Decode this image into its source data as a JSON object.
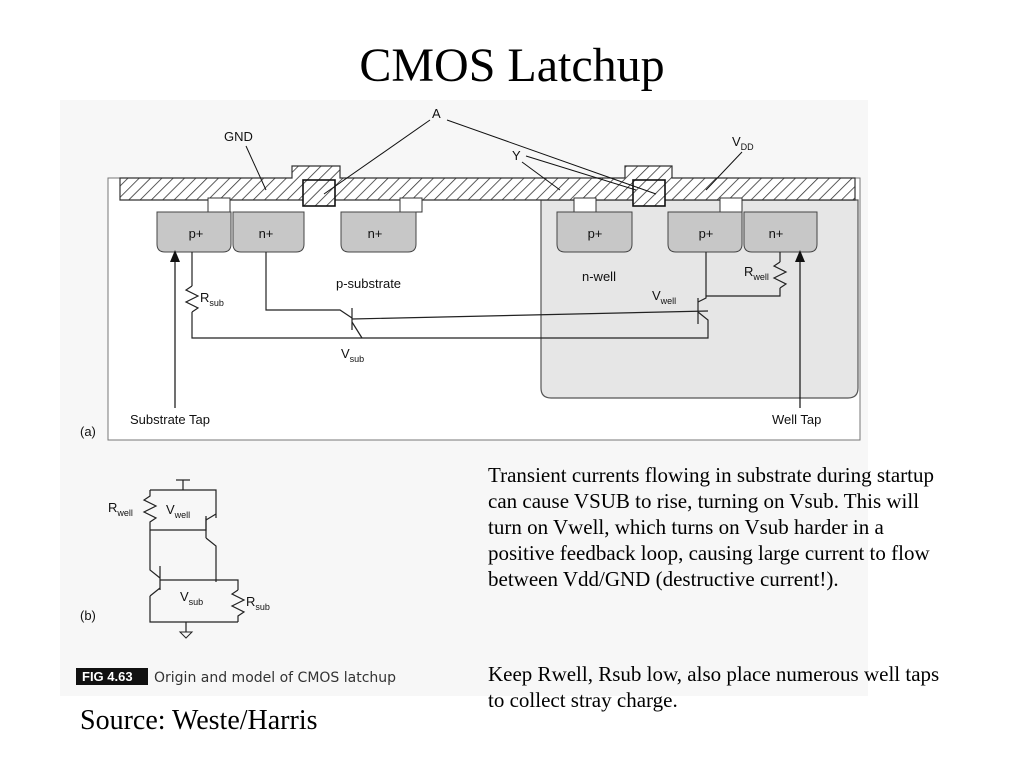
{
  "title": "CMOS Latchup",
  "figure": {
    "labels": {
      "gnd": "GND",
      "a": "A",
      "y": "Y",
      "vdd": "V",
      "vdd_sub": "DD",
      "p_plus": "p+",
      "n_plus": "n+",
      "p_substrate": "p-substrate",
      "n_well": "n-well",
      "r": "R",
      "sub": "sub",
      "well": "well",
      "v": "V",
      "substrate_tap": "Substrate Tap",
      "well_tap": "Well Tap",
      "part_a": "(a)",
      "part_b": "(b)"
    },
    "caption_number": "FIG 4.63",
    "caption_text": "Origin and model of CMOS latchup"
  },
  "paragraphs": [
    "Transient currents flowing in substrate during startup can cause VSUB to rise, turning on Vsub. This will turn on Vwell, which turns on Vsub harder in a positive feedback loop, causing large current to flow between Vdd/GND (destructive current!).",
    "Keep Rwell, Rsub low, also place numerous well taps to collect stray charge."
  ],
  "source": "Source: Weste/Harris"
}
